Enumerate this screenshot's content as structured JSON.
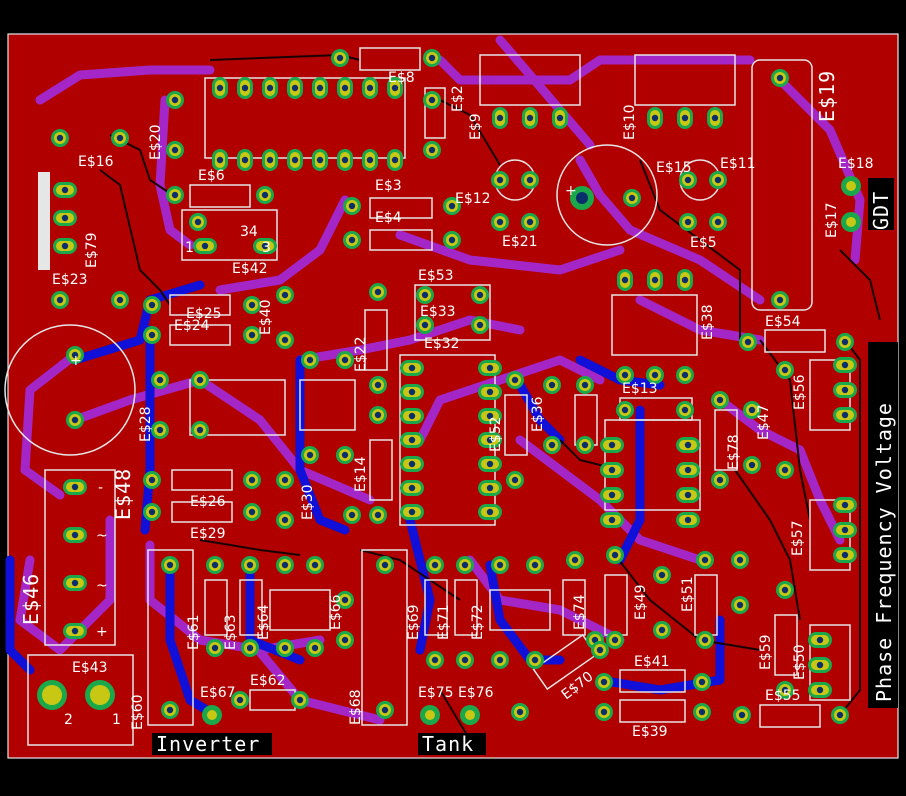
{
  "board": {
    "colors": {
      "background": "#000000",
      "copper": "#b10000",
      "silkscreen": "#e6e6e6",
      "bottom_trace": "#1010d8",
      "top_trace": "#a426c7",
      "pad_outer": "#1aa84a",
      "pad_inner": "#c8c814",
      "drill": "#0b2f6b"
    }
  },
  "labels": {
    "e8": "E$8",
    "e2": "E$2",
    "e9": "E$9",
    "e10": "E$10",
    "e19": "E$19",
    "e20": "E$20",
    "e16": "E$16",
    "e6": "E$6",
    "e3": "E$3",
    "e4": "E$4",
    "e12": "E$12",
    "e15": "E$15",
    "e11": "E$11",
    "e18": "E$18",
    "e17": "E$17",
    "e21": "E$21",
    "e5": "E$5",
    "e42": "E$42",
    "e79": "E$79",
    "e23": "E$23",
    "e53": "E$53",
    "e33": "E$33",
    "e32": "E$32",
    "e25": "E$25",
    "e24": "E$24",
    "e40": "E$40",
    "e22": "E$22",
    "e54": "E$54",
    "e38": "E$38",
    "e13": "E$13",
    "e28": "E$28",
    "e36": "E$36",
    "e52": "E$52",
    "e14": "E$14",
    "e26": "E$26",
    "e29": "E$29",
    "e30": "E$30",
    "e48": "E$48",
    "e46": "E$46",
    "e43": "E$43",
    "e60": "E$60",
    "e61": "E$61",
    "e63": "E$63",
    "e64": "E$64",
    "e66": "E$66",
    "e69": "E$69",
    "e71": "E$71",
    "e72": "E$72",
    "e74": "E$74",
    "e49": "E$49",
    "e51": "E$51",
    "e57": "E$57",
    "e59": "E$59",
    "e50": "E$50",
    "e56": "E$56",
    "e67": "E$67",
    "e62": "E$62",
    "e68": "E$68",
    "e75": "E$75",
    "e76": "E$76",
    "e70": "E$70",
    "e41": "E$41",
    "e39": "E$39",
    "e55": "E$55",
    "e78": "E$78",
    "e47": "E$47"
  },
  "pin_marks": {
    "one": "1",
    "two": "2",
    "three": "3",
    "thirtyfour": "34",
    "plus": "+",
    "tilde": "~",
    "minus": "-"
  },
  "captions": {
    "gdt": "GDT",
    "inverter": "Inverter",
    "tank": "Tank",
    "phase": "Phase Frequency Voltage"
  }
}
